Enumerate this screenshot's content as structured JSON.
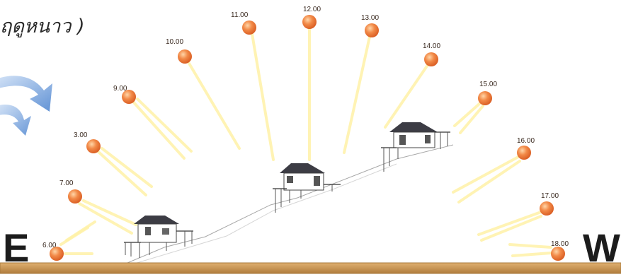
{
  "title": "ฤดูหนาว )",
  "directions": {
    "east": "E",
    "west": "W"
  },
  "colors": {
    "sun": "#ee7a3a",
    "sun_highlight": "#ffd0a0",
    "ray": "#fff2a8",
    "ground": "#d2a05a",
    "ground_edge": "#a7783a",
    "roof": "#3c3c44",
    "hill_line": "#9a9a9a",
    "wind": "#5b8fd6"
  },
  "sun_positions": [
    {
      "time": "6.00"
    },
    {
      "time": "7.00"
    },
    {
      "time": "3.00"
    },
    {
      "time": "9.00"
    },
    {
      "time": "10.00"
    },
    {
      "time": "11.00"
    },
    {
      "time": "12.00"
    },
    {
      "time": "13.00"
    },
    {
      "time": "14.00"
    },
    {
      "time": "15.00"
    },
    {
      "time": "16.00"
    },
    {
      "time": "17.00"
    },
    {
      "time": "18.00"
    }
  ],
  "houses": [
    {
      "name": "house-low"
    },
    {
      "name": "house-middle"
    },
    {
      "name": "house-high"
    }
  ]
}
